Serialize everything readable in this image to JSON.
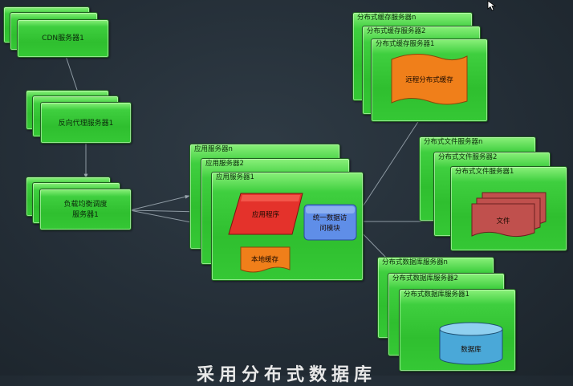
{
  "cdn": {
    "label": "CDN服务器1"
  },
  "reverse_proxy": {
    "label": "反向代理服务器1"
  },
  "load_balancer": {
    "label_line1": "负载均衡调度",
    "label_line2": "服务器1"
  },
  "app_servers": {
    "labels": [
      "应用服务器n",
      "应用服务器2",
      "应用服务器1"
    ],
    "app_program": "应用程序",
    "local_cache": "本地缓存",
    "unified_access_line1": "统一数据访",
    "unified_access_line2": "问模块"
  },
  "cache_servers": {
    "labels": [
      "分布式缓存服务器n",
      "分布式缓存服务器2",
      "分布式缓存服务器1"
    ],
    "remote_cache": "远程分布式缓存"
  },
  "file_servers": {
    "labels": [
      "分布式文件服务器n",
      "分布式文件服务器2",
      "分布式文件服务器1"
    ],
    "file": "文件"
  },
  "db_servers": {
    "labels": [
      "分布式数据库服务器n",
      "分布式数据库服务器2",
      "分布式数据库服务器1"
    ],
    "database": "数据库"
  },
  "bottom_title": "采用分布式数据库",
  "colors": {
    "server_green": "#35c835",
    "app_program_red": "#e8302a",
    "cache_orange": "#f07f1a",
    "access_blue": "#5f8ee8",
    "file_red": "#c0504d",
    "db_blue": "#4aa8d8"
  }
}
